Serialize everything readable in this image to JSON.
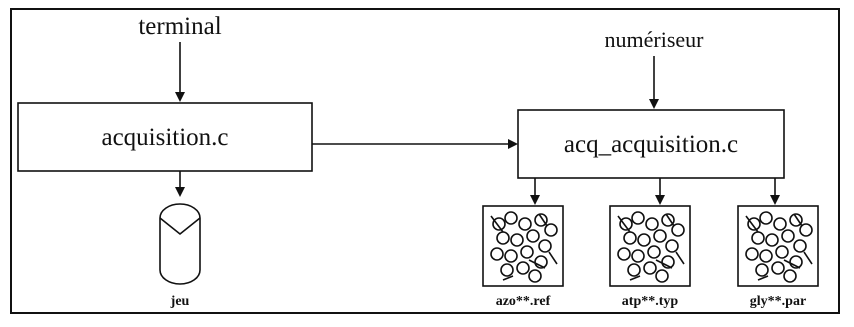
{
  "diagram": {
    "terminal_label": "terminal",
    "numeriseur_label": "numériseur",
    "acquisition_box": "acquisition.c",
    "acq_box": "acq_acquisition.c",
    "output_label": "jeu",
    "files": [
      "azo**.ref",
      "atp**.typ",
      "gly**.par"
    ]
  }
}
